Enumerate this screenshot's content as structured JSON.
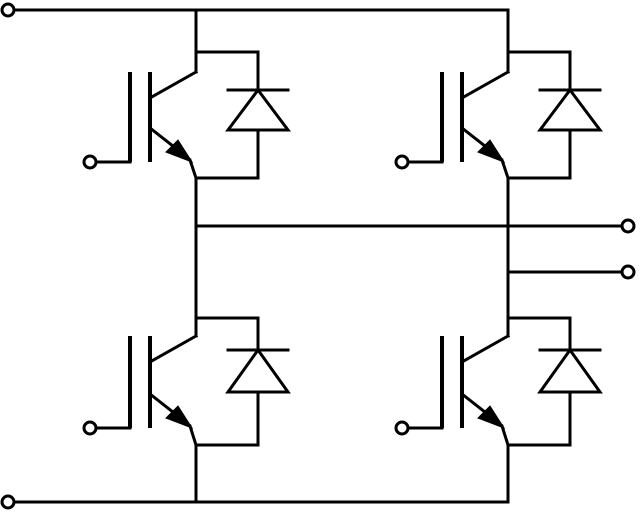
{
  "diagram": {
    "kind": "IGBT full-bridge (H-bridge) with anti-parallel freewheeling diodes",
    "line_color": "#000000",
    "background_color": "#ffffff",
    "switches": [
      {
        "id": "top-left",
        "device": "igbt",
        "diode": "anti-parallel"
      },
      {
        "id": "top-right",
        "device": "igbt",
        "diode": "anti-parallel"
      },
      {
        "id": "bottom-left",
        "device": "igbt",
        "diode": "anti-parallel"
      },
      {
        "id": "bottom-right",
        "device": "igbt",
        "diode": "anti-parallel"
      }
    ],
    "terminals": [
      "dc-positive",
      "dc-negative",
      "output-a",
      "output-b",
      "gate-top-left",
      "gate-top-right",
      "gate-bottom-left",
      "gate-bottom-right"
    ]
  }
}
